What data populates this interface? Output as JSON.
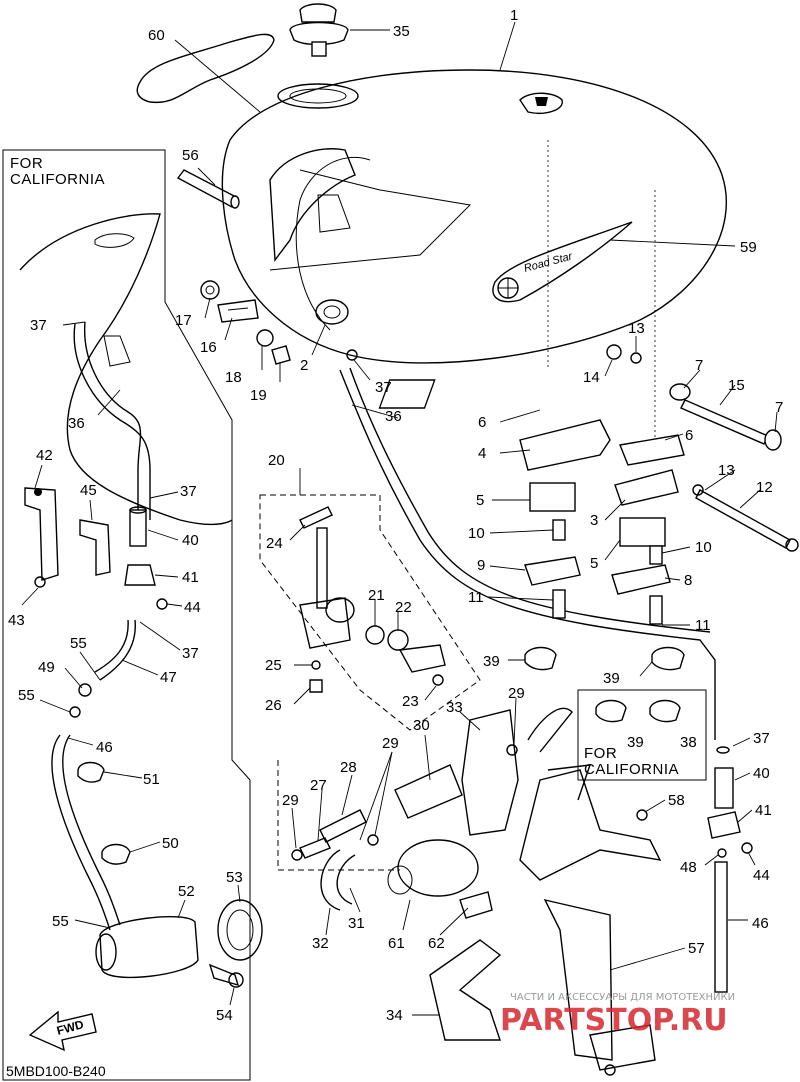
{
  "diagram": {
    "part_numbers": [
      "1",
      "60",
      "35",
      "56",
      "59",
      "17",
      "16",
      "18",
      "19",
      "2",
      "37",
      "36",
      "13",
      "14",
      "7",
      "15",
      "6",
      "4",
      "3",
      "5",
      "10",
      "12",
      "9",
      "8",
      "11",
      "20",
      "24",
      "21",
      "22",
      "25",
      "26",
      "23",
      "39",
      "38",
      "33",
      "29",
      "30",
      "27",
      "28",
      "31",
      "32",
      "61",
      "62",
      "58",
      "57",
      "34",
      "40",
      "41",
      "44",
      "48",
      "46",
      "42",
      "45",
      "43",
      "47",
      "49",
      "55",
      "51",
      "50",
      "52",
      "53",
      "54"
    ],
    "callout_for_california_top": "FOR\nCALIFORNIA",
    "callout_for_california_bottom": "FOR\nCALIFORNIA",
    "fwd_label": "FWD",
    "diagram_code": "5MBD100-B240",
    "watermark_caption": "ЧАСТИ И АКСЕССУАРЫ ДЛЯ МОТОТЕХНИКИ",
    "watermark_logo": "PARTSTOP.RU",
    "tank_badge_text": "Road Star"
  }
}
